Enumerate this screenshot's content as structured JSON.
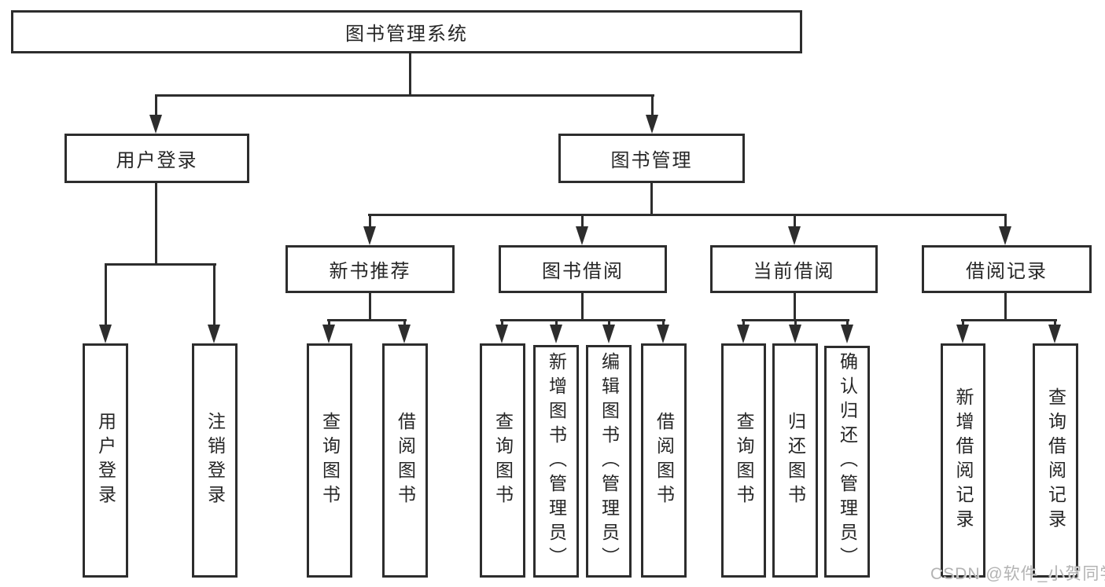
{
  "title": "图书管理系统",
  "nodes": {
    "root": "图书管理系统",
    "user_login": "用户登录",
    "book_management": "图书管理",
    "new_book_recommend": "新书推荐",
    "book_borrowing": "图书借阅",
    "current_borrowing": "当前借阅",
    "borrowing_records": "借阅记录",
    "user_login_leaf": "用户登录",
    "logout": "注销登录",
    "query_books_nb": "查询图书",
    "borrow_books_nb": "借阅图书",
    "query_books_bb": "查询图书",
    "add_books_admin": "新增图书（管理员）",
    "edit_books_admin": "编辑图书（管理员）",
    "borrow_books_bb": "借阅图书",
    "query_books_cb": "查询图书",
    "return_books": "归还图书",
    "confirm_return_admin": "确认归还（管理员）",
    "add_borrow_record": "新增借阅记录",
    "query_borrow_record": "查询借阅记录"
  },
  "hierarchy": {
    "图书管理系统": {
      "用户登录": [
        "用户登录",
        "注销登录"
      ],
      "图书管理": {
        "新书推荐": [
          "查询图书",
          "借阅图书"
        ],
        "图书借阅": [
          "查询图书",
          "新增图书（管理员）",
          "编辑图书（管理员）",
          "借阅图书"
        ],
        "当前借阅": [
          "查询图书",
          "归还图书",
          "确认归还（管理员）"
        ],
        "借阅记录": [
          "新增借阅记录",
          "查询借阅记录"
        ]
      }
    }
  },
  "watermark": "CSDN @软件_小贺同学",
  "colors": {
    "line": "#2d2d2d",
    "text": "#262626",
    "watermark": "#b3b3b3",
    "background": "#ffffff"
  }
}
